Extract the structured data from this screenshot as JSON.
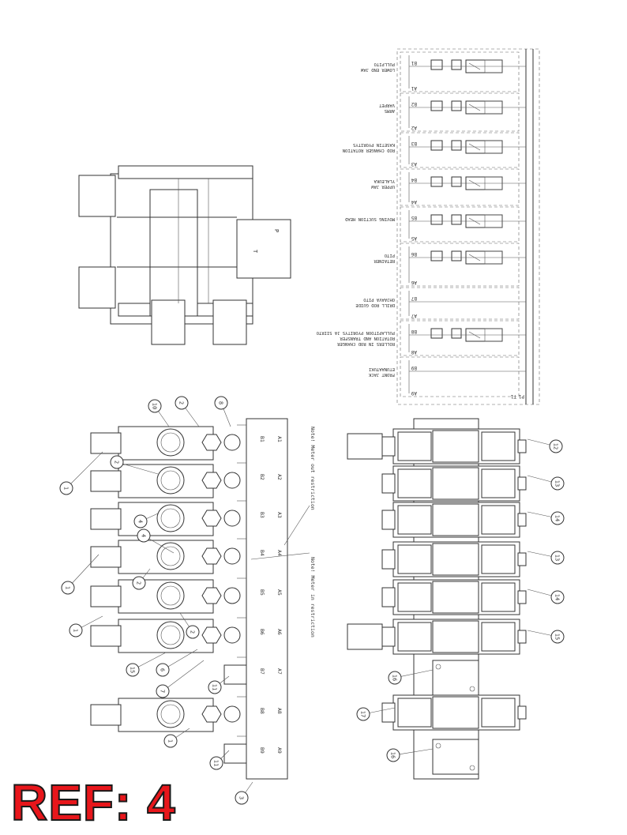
{
  "ref_label": "REF: 4",
  "top_view": {
    "port_p": "P",
    "port_t": "T"
  },
  "schematic": {
    "ports_bottom": [
      "T1",
      "P1"
    ],
    "sections": [
      {
        "a": "A1",
        "b": "B1",
        "label": [
          "PULLPITO",
          "LOWER END JAW"
        ]
      },
      {
        "a": "A2",
        "b": "B2",
        "label": [
          "VARPET",
          "ARMS"
        ]
      },
      {
        "a": "A3",
        "b": "B3",
        "label": [
          "KASETIN PYORITYS",
          "ROD CHANGER ROTATION"
        ]
      },
      {
        "a": "A4",
        "b": "B4",
        "label": [
          "YLALEUKA",
          "UPPER JAW"
        ]
      },
      {
        "a": "A5",
        "b": "B5",
        "label": [
          "MOVING SUCTION HEAD"
        ]
      },
      {
        "a": "A6",
        "b": "B6",
        "label": [
          "PITO",
          "RETAINER"
        ]
      },
      {
        "a": "A7",
        "b": "B7",
        "label": [
          "OHJAAVA PITO",
          "DRILL ROD GUIDE"
        ]
      },
      {
        "a": "A8",
        "b": "B8",
        "label": [
          "PULLAPITOON PYORITYS JA SIIRTO",
          "ROTATION AND TRANSFER",
          "ROLLERS IN ROD CHANGER"
        ]
      },
      {
        "a": "A9",
        "b": "B9",
        "label": [
          "ETUNAATUKI",
          "FRONT JACK"
        ]
      }
    ]
  },
  "side_view": {
    "ports": [
      [
        "B1",
        "A1"
      ],
      [
        "B2",
        "A2"
      ],
      [
        "B3",
        "A3"
      ],
      [
        "B4",
        "A4"
      ],
      [
        "B5",
        "A5"
      ],
      [
        "B6",
        "A6"
      ],
      [
        "B7",
        "A7"
      ],
      [
        "B8",
        "A8"
      ],
      [
        "B9",
        "A9"
      ]
    ],
    "note_without": "Note! Meter out restriction",
    "note_with": "Note! Meter in restriction",
    "callouts_left": [
      "1",
      "1",
      "2",
      "4",
      "4",
      "2",
      "1",
      "2",
      "15",
      "6",
      "7",
      "11",
      "1",
      "11",
      "3"
    ],
    "callouts_top": [
      "10",
      "2",
      "8"
    ],
    "callouts_right": [
      "12",
      "13",
      "14",
      "13",
      "14",
      "15",
      "16",
      "17",
      "16"
    ]
  }
}
